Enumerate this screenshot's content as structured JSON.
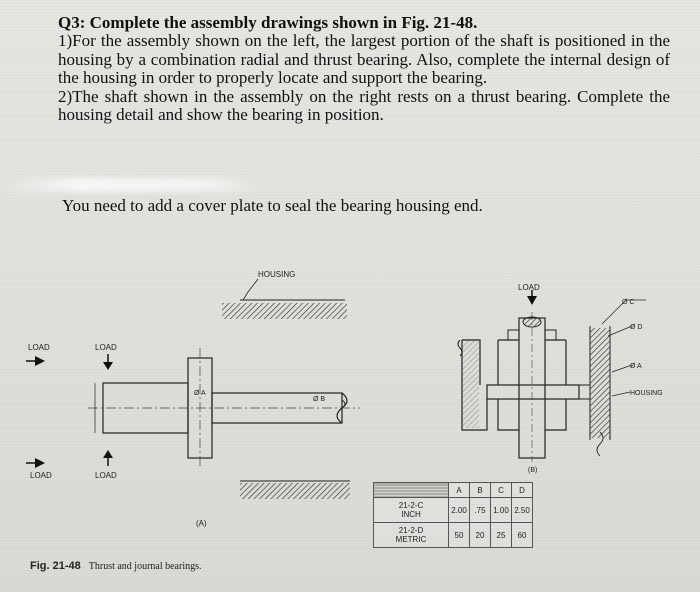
{
  "question": {
    "title": "Q3: Complete the assembly drawings shown in Fig. 21-48.",
    "part1": "1)For the assembly shown on the left, the largest portion of the shaft is positioned in the housing by a combination radial and thrust bearing. Also, complete the internal design of the housing in order to properly locate and support the bearing.",
    "part2": "2)The shaft shown in the assembly on the right rests on a thrust bearing. Complete the housing detail and show the bearing in position.",
    "note": "You need to add a cover plate to seal the bearing housing end."
  },
  "drawing_a": {
    "housing_label": "HOUSING",
    "load_label": "LOAD",
    "dia_a": "Ø A",
    "dia_b": "Ø B",
    "caption": "(A)"
  },
  "drawing_b": {
    "load_label": "LOAD",
    "dia_c": "Ø C",
    "dia_d": "Ø D",
    "dia_a": "Ø A",
    "housing_label": "HOUSING",
    "caption": "(B)"
  },
  "table": {
    "headers": [
      "A",
      "B",
      "C",
      "D"
    ],
    "rows": [
      {
        "label1": "21-2-C",
        "label2": "INCH",
        "values": [
          "2.00",
          ".75",
          "1.00",
          "2.50"
        ]
      },
      {
        "label1": "21-2-D",
        "label2": "METRIC",
        "values": [
          "50",
          "20",
          "25",
          "60"
        ]
      }
    ]
  },
  "caption": {
    "figure": "Fig. 21-48",
    "title": "Thrust and journal bearings."
  }
}
